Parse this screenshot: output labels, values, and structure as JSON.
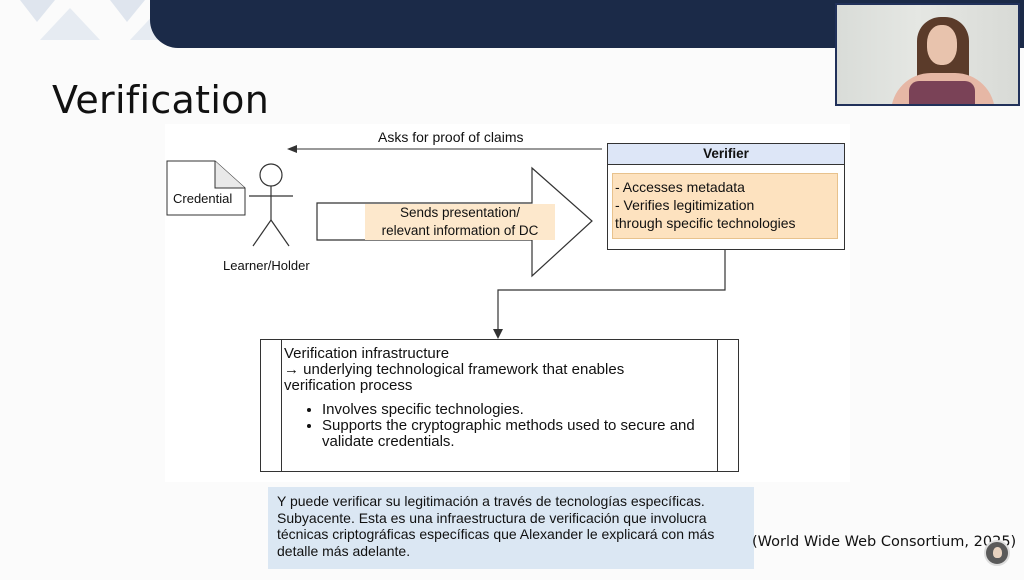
{
  "slide": {
    "title": "Verification",
    "citation": "(World Wide Web Consortium, 2025)"
  },
  "diagram": {
    "credential_label": "Credential",
    "holder_label": "Learner/Holder",
    "asks_label": "Asks for proof of claims",
    "sends_line1": "Sends presentation/",
    "sends_line2": "relevant information of DC",
    "verifier_title": "Verifier",
    "verifier_line1": "- Accesses metadata",
    "verifier_line2": "- Verifies legitimization",
    "verifier_line3": "through specific technologies",
    "infra_line1": "Verification infrastructure",
    "infra_line2": "→ underlying technological framework that enables",
    "infra_line3": "verification process",
    "infra_bullets": [
      "Involves specific technologies.",
      "Supports the cryptographic methods used to secure and validate credentials."
    ]
  },
  "caption": {
    "text": "Y puede verificar su legitimación a través de tecnologías específicas. Subyacente. Esta es una infraestructura de verificación que involucra técnicas criptográficas específicas que Alexander le explicará con más detalle más adelante."
  },
  "colors": {
    "topbar": "#1b2a48",
    "verifier_header": "#dde6f7",
    "highlight": "#fde2bf",
    "caption_bg": "#dbe7f3"
  }
}
